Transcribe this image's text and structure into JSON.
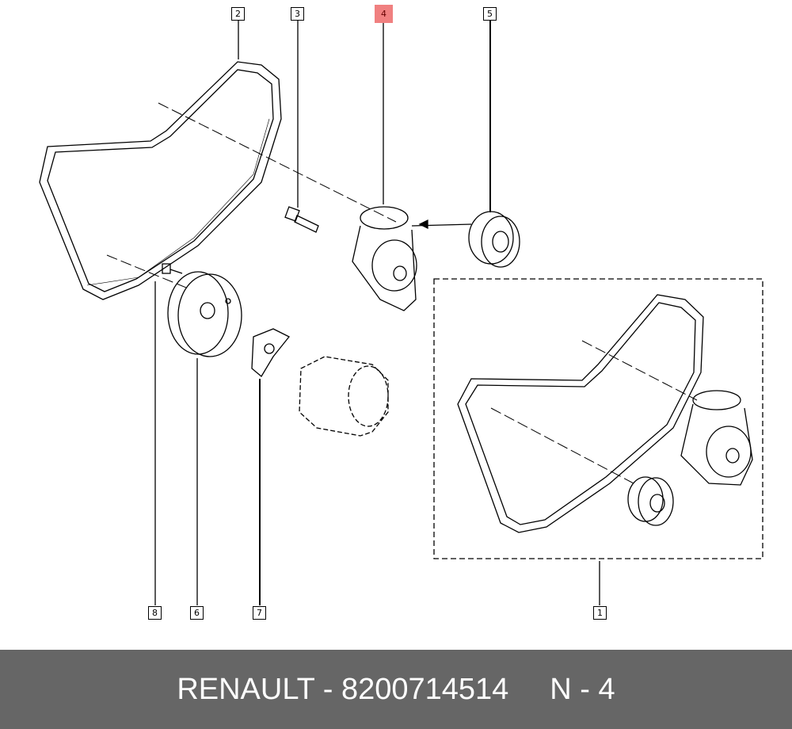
{
  "callouts": [
    {
      "id": "1",
      "label": "1",
      "highlighted": false
    },
    {
      "id": "2",
      "label": "2",
      "highlighted": false
    },
    {
      "id": "3",
      "label": "3",
      "highlighted": false
    },
    {
      "id": "4",
      "label": "4",
      "highlighted": true
    },
    {
      "id": "5",
      "label": "5",
      "highlighted": false
    },
    {
      "id": "6",
      "label": "6",
      "highlighted": false
    },
    {
      "id": "7",
      "label": "7",
      "highlighted": false
    },
    {
      "id": "8",
      "label": "8",
      "highlighted": false
    }
  ],
  "footer": {
    "part": "RENAULT - 8200714514",
    "ref": "N - 4"
  },
  "colors": {
    "highlight": "#f08080",
    "footer_bg": "#666666"
  }
}
